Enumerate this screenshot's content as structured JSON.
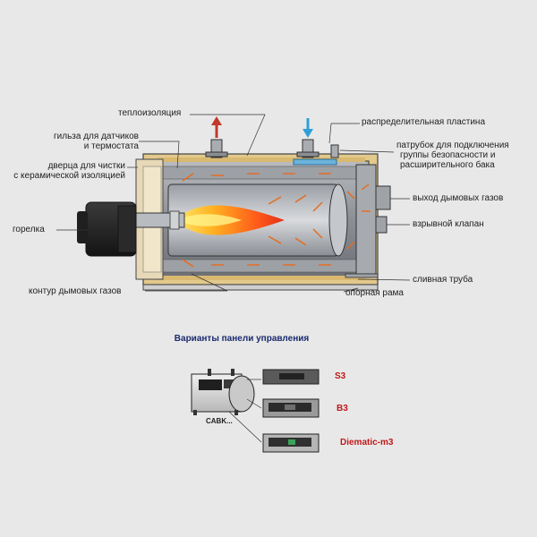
{
  "labels": {
    "insulation": "теплоизоляция",
    "distribution_plate": "распределительная пластина",
    "sensor_sleeve_1": "гильза для датчиков",
    "sensor_sleeve_2": "и термостата",
    "safety_pipe_1": "патрубок для подключения",
    "safety_pipe_2": "группы безопасности и",
    "safety_pipe_3": "расширительного бака",
    "door_1": "дверца для чистки",
    "door_2": "с керамической изоляцией",
    "flue_outlet": "выход дымовых газов",
    "burner": "горелка",
    "explosion_valve": "взрывной клапан",
    "drain_pipe": "сливная  труба",
    "flue_circuit": "контур дымовых газов",
    "support_frame": "опорная рама"
  },
  "panel_section": {
    "title": "Варианты панели управления",
    "cabinet_label": "CABK...",
    "variants": [
      "S3",
      "B3",
      "Diematic-m3"
    ]
  },
  "colors": {
    "variant_text": "#c01818",
    "title_text": "#1a2a6e",
    "insulation": "#e2c98c",
    "hot_arrow": "#c0392b",
    "cold_arrow": "#2fa0d8"
  }
}
